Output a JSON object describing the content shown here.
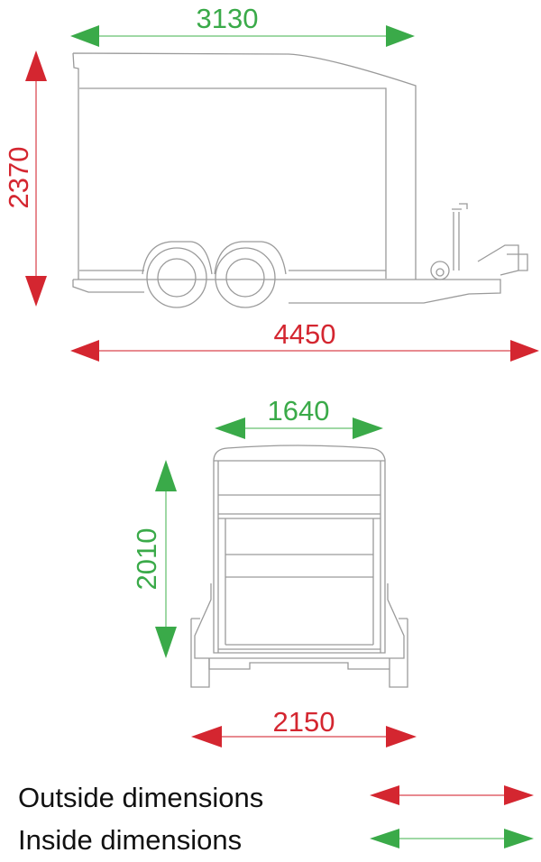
{
  "side_view": {
    "inside_length": "3130",
    "outside_height": "2370",
    "outside_length": "4450"
  },
  "rear_view": {
    "inside_width": "1640",
    "inside_height": "2010",
    "outside_width": "2150"
  },
  "legend": [
    {
      "label": "Outside dimensions",
      "color": "#d42630"
    },
    {
      "label": "Inside dimensions",
      "color": "#3aaa49"
    }
  ],
  "colors": {
    "outside": "#d42630",
    "inside": "#3aaa49",
    "outline": "#9a9a9a"
  }
}
